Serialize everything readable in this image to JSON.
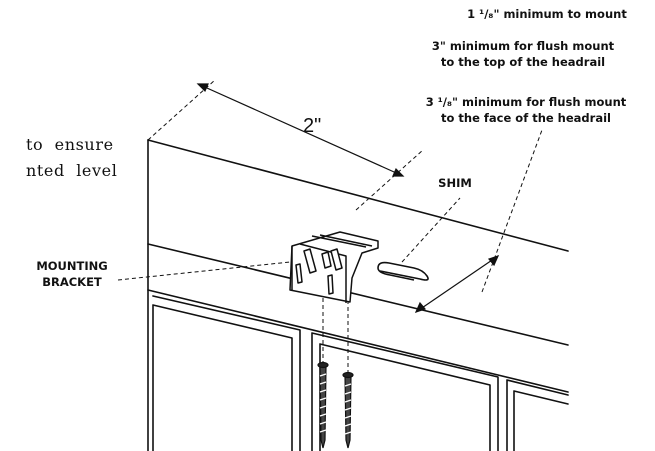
{
  "callouts": {
    "min_mount": "1 ¹/₈\" minimum to mount",
    "flush_top_line1": "3\" minimum for flush mount",
    "flush_top_line2": "to the top of the headrail",
    "flush_face_line1": "3 ¹/₈\" minimum for flush mount",
    "flush_face_line2": "to the face of the headrail",
    "shim": "SHIM",
    "bracket_line1": "MOUNTING",
    "bracket_line2": "BRACKET",
    "dimension": "2\""
  },
  "text_fragments": {
    "line1": "to  ensure",
    "line2": "nted  level"
  }
}
